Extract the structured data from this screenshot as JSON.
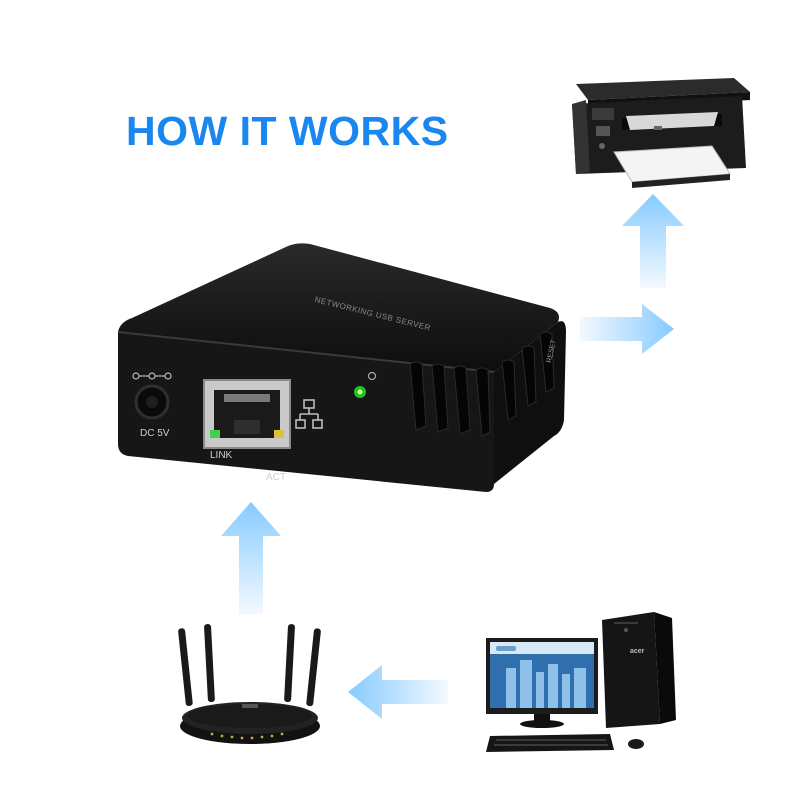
{
  "title": "HOW IT WORKS",
  "device": {
    "top_label": "NETWORKING USB SERVER",
    "power_label": "DC 5V",
    "link_label": "LINK",
    "act_label": "ACT",
    "reset_label": "RESET"
  },
  "monitor": {
    "brand": "acer"
  },
  "colors": {
    "title": "#1a86f0",
    "arrow_light": "#eaf4ff",
    "arrow_dark": "#8ecfff",
    "device_body": "#161616",
    "led_green": "#22c21f"
  },
  "icons": [
    "power-jack-icon",
    "network-icon",
    "power-led-icon",
    "arrow-up-icon",
    "arrow-right-icon",
    "arrow-left-icon"
  ]
}
